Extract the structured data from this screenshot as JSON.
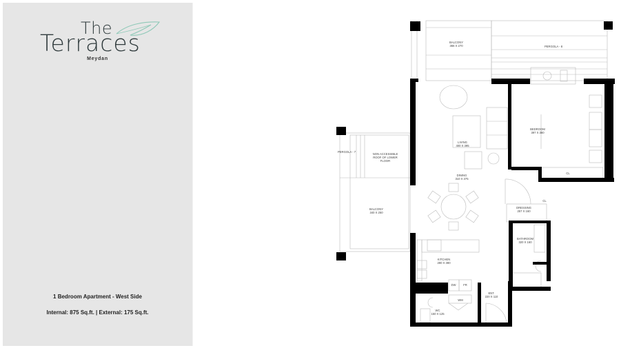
{
  "brand": {
    "title_line1": "The",
    "title_line2": "Terraces",
    "subtitle": "Meydan",
    "leaf_color": "#8fc9b8",
    "text_color": "#2f3a3c"
  },
  "unit": {
    "type": "1 Bedroom Apartment - West Side",
    "areas": "Internal: 875 Sq.ft.  |  External: 175 Sq.ft."
  },
  "floor_plan": {
    "rooms": [
      {
        "name": "BALCONY",
        "size": "366 X 270"
      },
      {
        "name": "PERGOLA - 8",
        "size": ""
      },
      {
        "name": "LIVING",
        "size": "400 X 395"
      },
      {
        "name": "BEDROOM",
        "size": "397 X 380"
      },
      {
        "name": "CL",
        "size": ""
      },
      {
        "name": "DINING",
        "size": "310 X 375"
      },
      {
        "name": "DRESSING",
        "size": "257 X 160"
      },
      {
        "name": "CL",
        "size": ""
      },
      {
        "name": "BATHROOM",
        "size": "320 X 160"
      },
      {
        "name": "KITCHEN",
        "size": "280 X 380"
      },
      {
        "name": "ENT.",
        "size": "220 X 110"
      },
      {
        "name": "WC",
        "size": "150 X 125"
      },
      {
        "name": "PERGOLA - 7",
        "size": ""
      },
      {
        "name": "NON ACCESSIBLE ROOF OF LOWER FLOOR",
        "size": ""
      },
      {
        "name": "BALCONY",
        "size": "340 X 250"
      },
      {
        "name": "DW",
        "size": ""
      },
      {
        "name": "FR",
        "size": ""
      },
      {
        "name": "WM",
        "size": ""
      }
    ]
  }
}
